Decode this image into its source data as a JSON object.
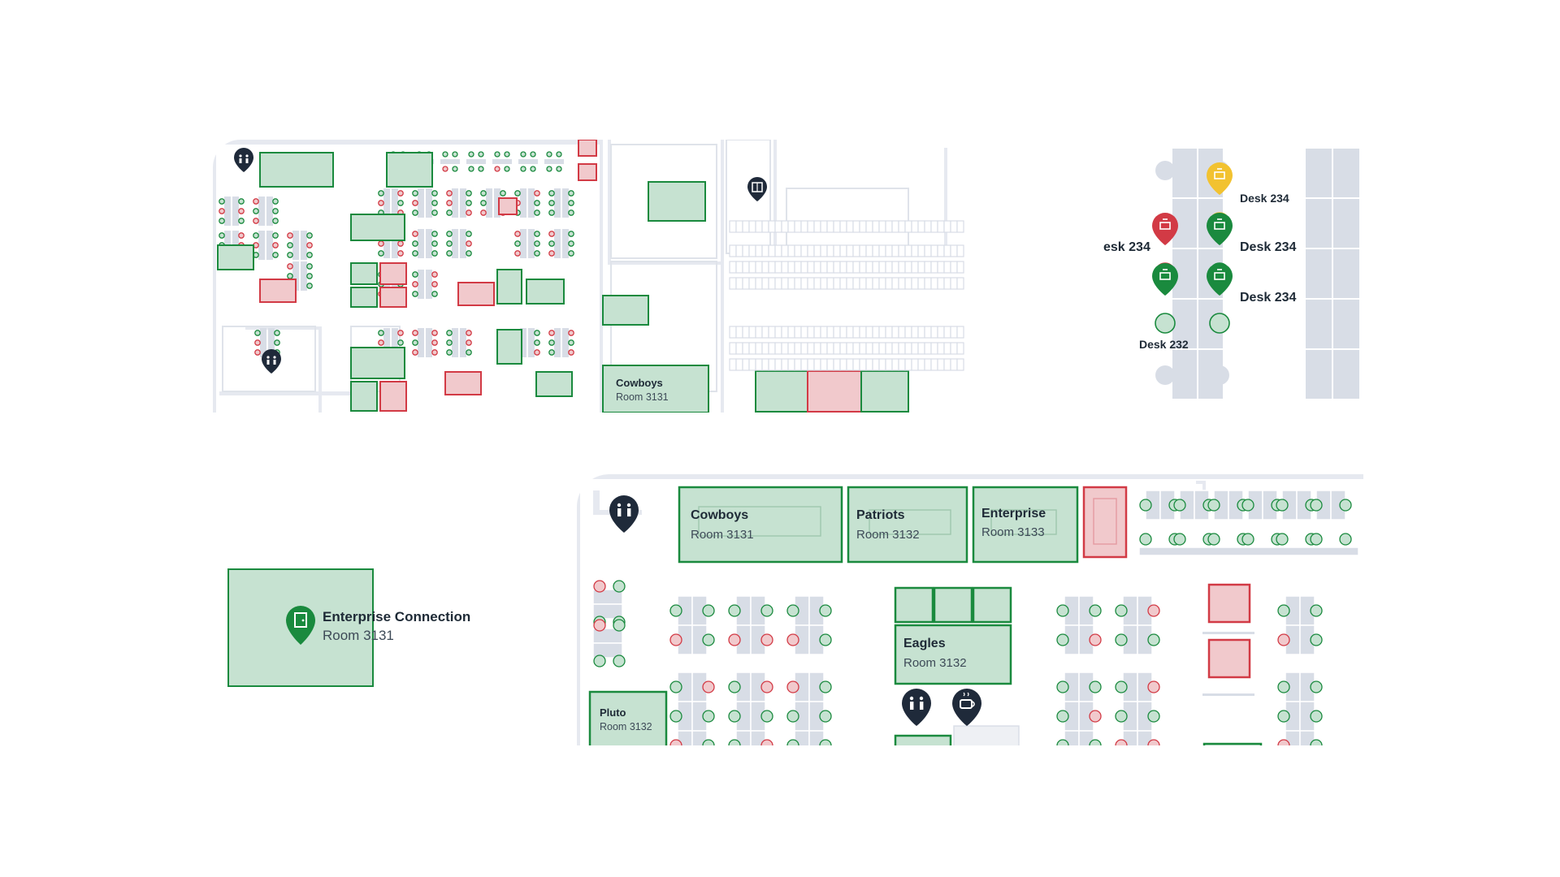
{
  "colors": {
    "available_fill": "#c6e2d1",
    "available_stroke": "#1a8a3e",
    "booked_fill": "#f1c9cc",
    "booked_stroke": "#d23a45",
    "pending": "#f2c230",
    "marker_dark": "#1f2a3a",
    "furniture": "#d8dde6",
    "wall": "#e4e8ef"
  },
  "panel_top_left": {
    "room": {
      "name": "Cowboys",
      "number": "Room 3131"
    },
    "markers": [
      "restroom-icon",
      "restroom-icon",
      "elevator-icon"
    ]
  },
  "panel_top_right": {
    "desks": [
      {
        "label": "esk 234",
        "status": "booked"
      },
      {
        "label": "Desk 234",
        "status": "pending"
      },
      {
        "label": "Desk 234",
        "status": "available"
      },
      {
        "label": "Desk 234",
        "status": "available"
      },
      {
        "label": "Desk 232",
        "status": "available"
      }
    ]
  },
  "panel_single_room": {
    "room": {
      "name": "Enterprise Connection",
      "number": "Room 3131"
    },
    "marker": "door-icon"
  },
  "panel_bottom": {
    "rooms": [
      {
        "name": "Cowboys",
        "number": "Room 3131"
      },
      {
        "name": "Patriots",
        "number": "Room 3132"
      },
      {
        "name": "Enterprise",
        "number": "Room 3133"
      },
      {
        "name": "Eagles",
        "number": "Room 3132"
      },
      {
        "name": "Pluto",
        "number": "Room 3132"
      }
    ],
    "markers": [
      "restroom-icon",
      "restroom-icon",
      "coffee-icon"
    ]
  }
}
